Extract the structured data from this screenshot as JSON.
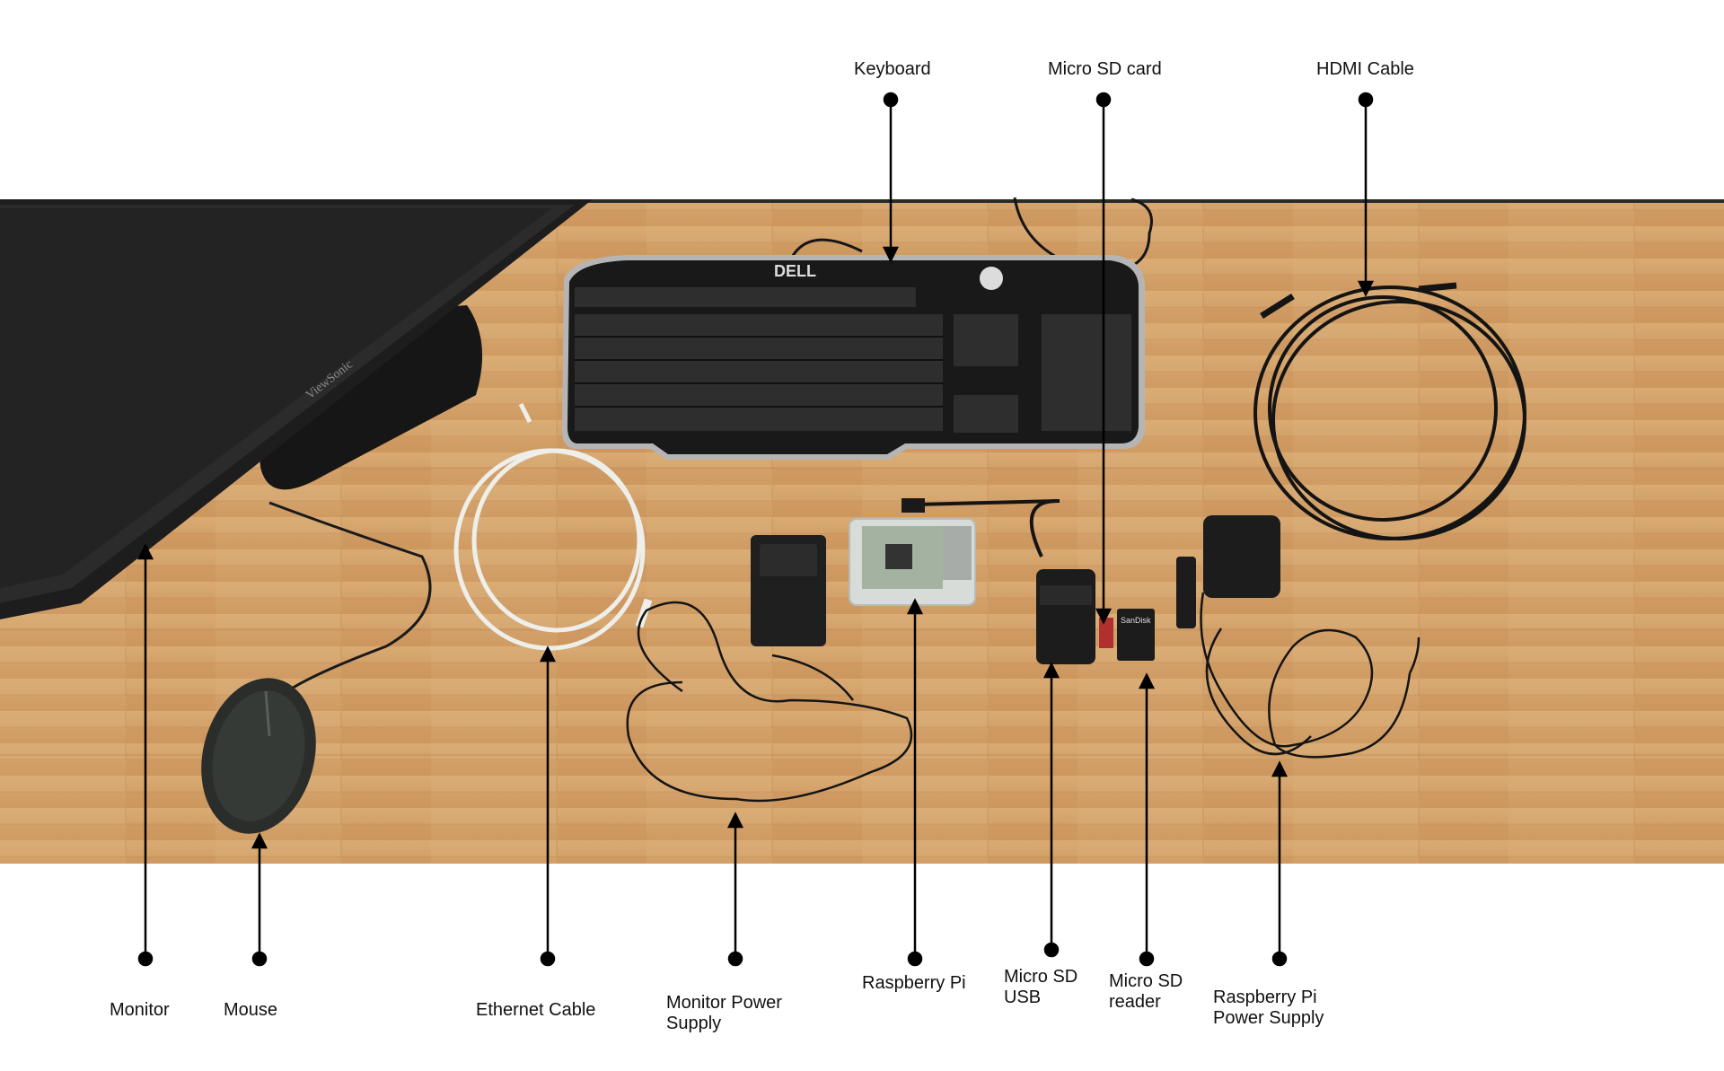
{
  "labels": {
    "keyboard": "Keyboard",
    "micro_sd_card": "Micro SD card",
    "hdmi_cable": "HDMI Cable",
    "monitor": "Monitor",
    "mouse": "Mouse",
    "ethernet_cable": "Ethernet Cable",
    "monitor_power_supply": [
      "Monitor Power",
      "Supply"
    ],
    "raspberry_pi": "Raspberry Pi",
    "micro_sd_usb": [
      "Micro SD",
      "USB"
    ],
    "micro_sd_reader": [
      "Micro SD",
      "reader"
    ],
    "raspberry_pi_power_supply": [
      "Raspberry Pi",
      "Power Supply"
    ]
  },
  "photo_text": {
    "keyboard_brand": "DELL",
    "monitor_brand": "ViewSonic",
    "sd_brand": "SanDisk"
  },
  "colors": {
    "wood": "#d6a66c",
    "wood_dark": "#c48d54",
    "device_black": "#1c1c1c",
    "cable_white": "#f1f1ee",
    "leader_line": "#000000"
  }
}
